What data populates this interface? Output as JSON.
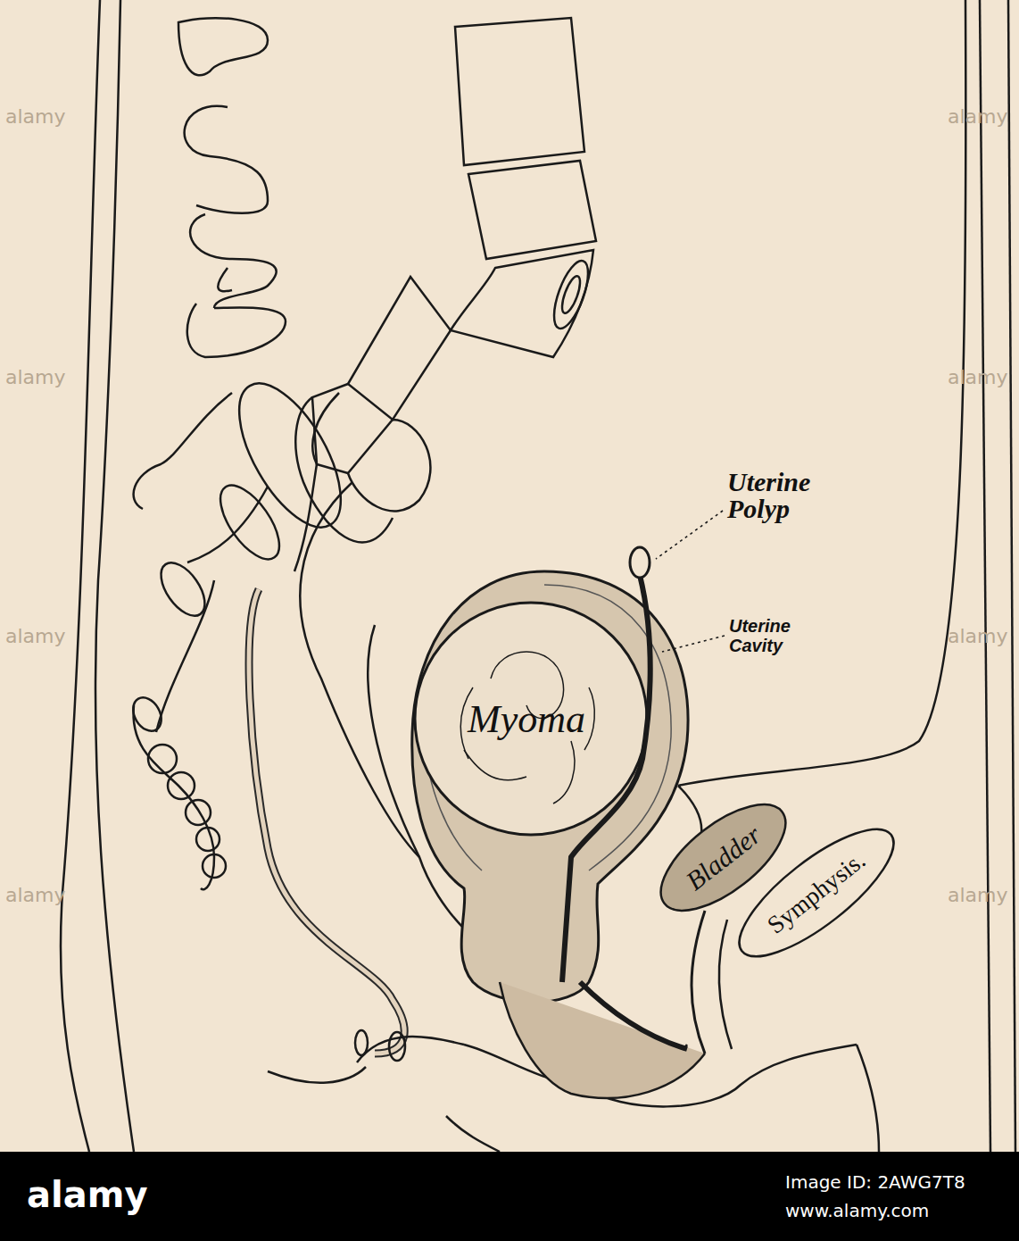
{
  "diagram": {
    "nodes": [
      {
        "text": [
          "Myoma"
        ]
      },
      {
        "text": [
          "Bladder"
        ]
      },
      {
        "text": [
          "Symphysis."
        ]
      }
    ],
    "labels": [
      "Uterine Polyp",
      "Uterine Cavity",
      "alamy",
      "alamy",
      "alamy",
      "alamy",
      "alamy",
      "alamy",
      "alamy",
      "alamy",
      "alamy",
      "Image ID: 2AWG7T8",
      "www.alamy.com"
    ]
  }
}
